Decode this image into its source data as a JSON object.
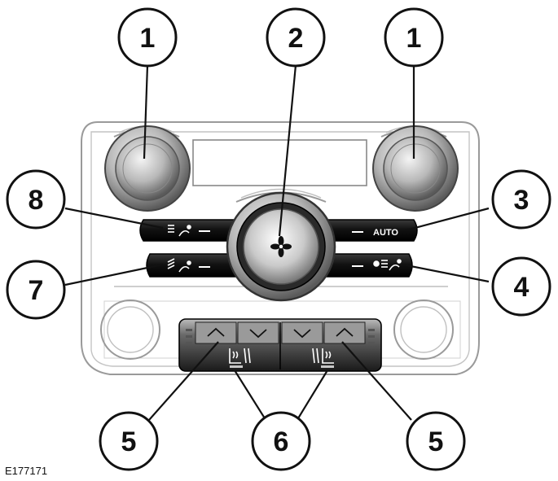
{
  "figure": {
    "reference_code": "E177171",
    "auto_label": "AUTO",
    "callouts": [
      "1",
      "2",
      "1",
      "8",
      "3",
      "7",
      "4",
      "5",
      "6",
      "5"
    ]
  },
  "icons": {
    "fan": "fan-icon",
    "airflow_upper_left": "airflow-windscreen-icon",
    "airflow_lower_left": "airflow-face-icon",
    "airflow_right": "fan-airflow-icon",
    "seat_heat_left": "heated-seat-icon",
    "seat_heat_right": "heated-seat-icon",
    "chevron_up": "chevron-up-icon",
    "chevron_down": "chevron-down-icon"
  },
  "colors": {
    "line": "#111111",
    "panel_outline": "#9a9a9a",
    "button_black": "#141414"
  }
}
